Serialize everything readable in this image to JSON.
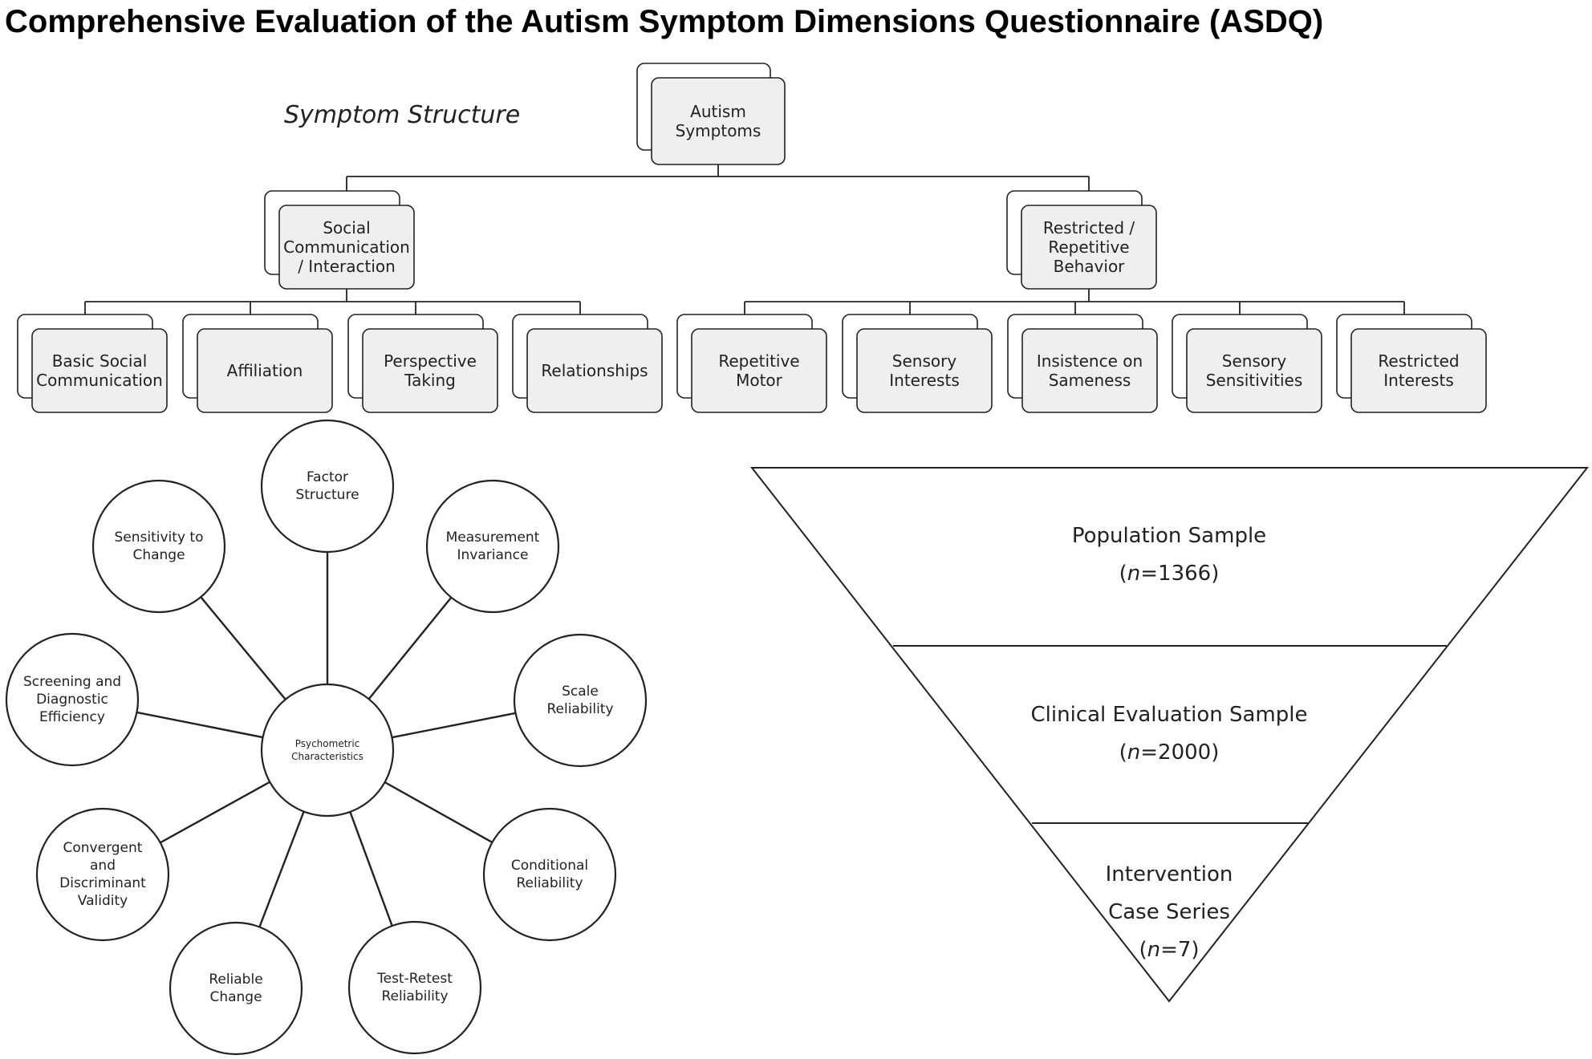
{
  "title": "Comprehensive Evaluation of the Autism Symptom Dimensions Questionnaire (ASDQ)",
  "subtitle": "Symptom Structure",
  "hierarchy": {
    "root": {
      "lines": [
        "Autism",
        "Symptoms"
      ]
    },
    "branches": [
      {
        "lines": [
          "Social",
          "Communication",
          "/ Interaction"
        ],
        "children": [
          {
            "lines": [
              "Basic Social",
              "Communication"
            ]
          },
          {
            "lines": [
              "Affiliation"
            ]
          },
          {
            "lines": [
              "Perspective",
              "Taking"
            ]
          },
          {
            "lines": [
              "Relationships"
            ]
          }
        ]
      },
      {
        "lines": [
          "Restricted /",
          "Repetitive",
          "Behavior"
        ],
        "children": [
          {
            "lines": [
              "Repetitive",
              "Motor"
            ]
          },
          {
            "lines": [
              "Sensory",
              "Interests"
            ]
          },
          {
            "lines": [
              "Insistence on",
              "Sameness"
            ]
          },
          {
            "lines": [
              "Sensory",
              "Sensitivities"
            ]
          },
          {
            "lines": [
              "Restricted",
              "Interests"
            ]
          }
        ]
      }
    ]
  },
  "psychometrics": {
    "center": {
      "lines": [
        "Psychometric",
        "Characteristics"
      ]
    },
    "outer": [
      {
        "lines": [
          "Factor",
          "Structure"
        ]
      },
      {
        "lines": [
          "Measurement",
          "Invariance"
        ]
      },
      {
        "lines": [
          "Scale",
          "Reliability"
        ]
      },
      {
        "lines": [
          "Conditional",
          "Reliability"
        ]
      },
      {
        "lines": [
          "Test-Retest",
          "Reliability"
        ]
      },
      {
        "lines": [
          "Reliable",
          "Change"
        ]
      },
      {
        "lines": [
          "Convergent",
          "and",
          "Discriminant",
          "Validity"
        ]
      },
      {
        "lines": [
          "Screening and",
          "Diagnostic",
          "Efficiency"
        ]
      },
      {
        "lines": [
          "Sensitivity to",
          "Change"
        ]
      }
    ]
  },
  "funnel": [
    {
      "lines": [
        "Population Sample"
      ],
      "n_label": "n",
      "n_value": "=1366"
    },
    {
      "lines": [
        "Clinical Evaluation Sample"
      ],
      "n_label": "n",
      "n_value": "=2000"
    },
    {
      "lines": [
        "Intervention",
        "Case Series"
      ],
      "n_label": "n",
      "n_value": "=7"
    }
  ]
}
